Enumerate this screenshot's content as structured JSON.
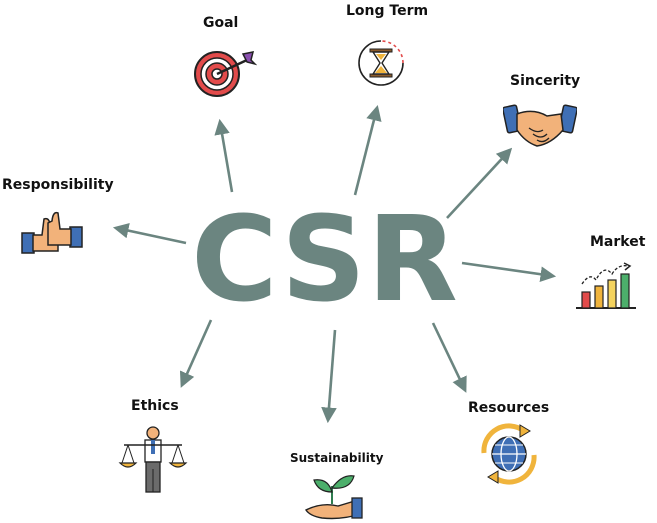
{
  "center": {
    "title": "CSR"
  },
  "labels": {
    "goal": "Goal",
    "long_term": "Long Term",
    "sincerity": "Sincerity",
    "responsibility": "Responsibility",
    "market": "Market",
    "ethics": "Ethics",
    "sustainability": "Sustainability",
    "resources": "Resources"
  },
  "colors": {
    "accent": "#6b8580",
    "arrow": "#6b8580",
    "text": "#111111"
  },
  "icons": {
    "goal": "target-dart-icon",
    "long_term": "hourglass-icon",
    "sincerity": "handshake-icon",
    "responsibility": "thumbs-up-icon",
    "market": "growth-bar-chart-icon",
    "ethics": "balance-scale-person-icon",
    "sustainability": "sprout-in-hand-icon",
    "resources": "globe-recycle-icon"
  }
}
